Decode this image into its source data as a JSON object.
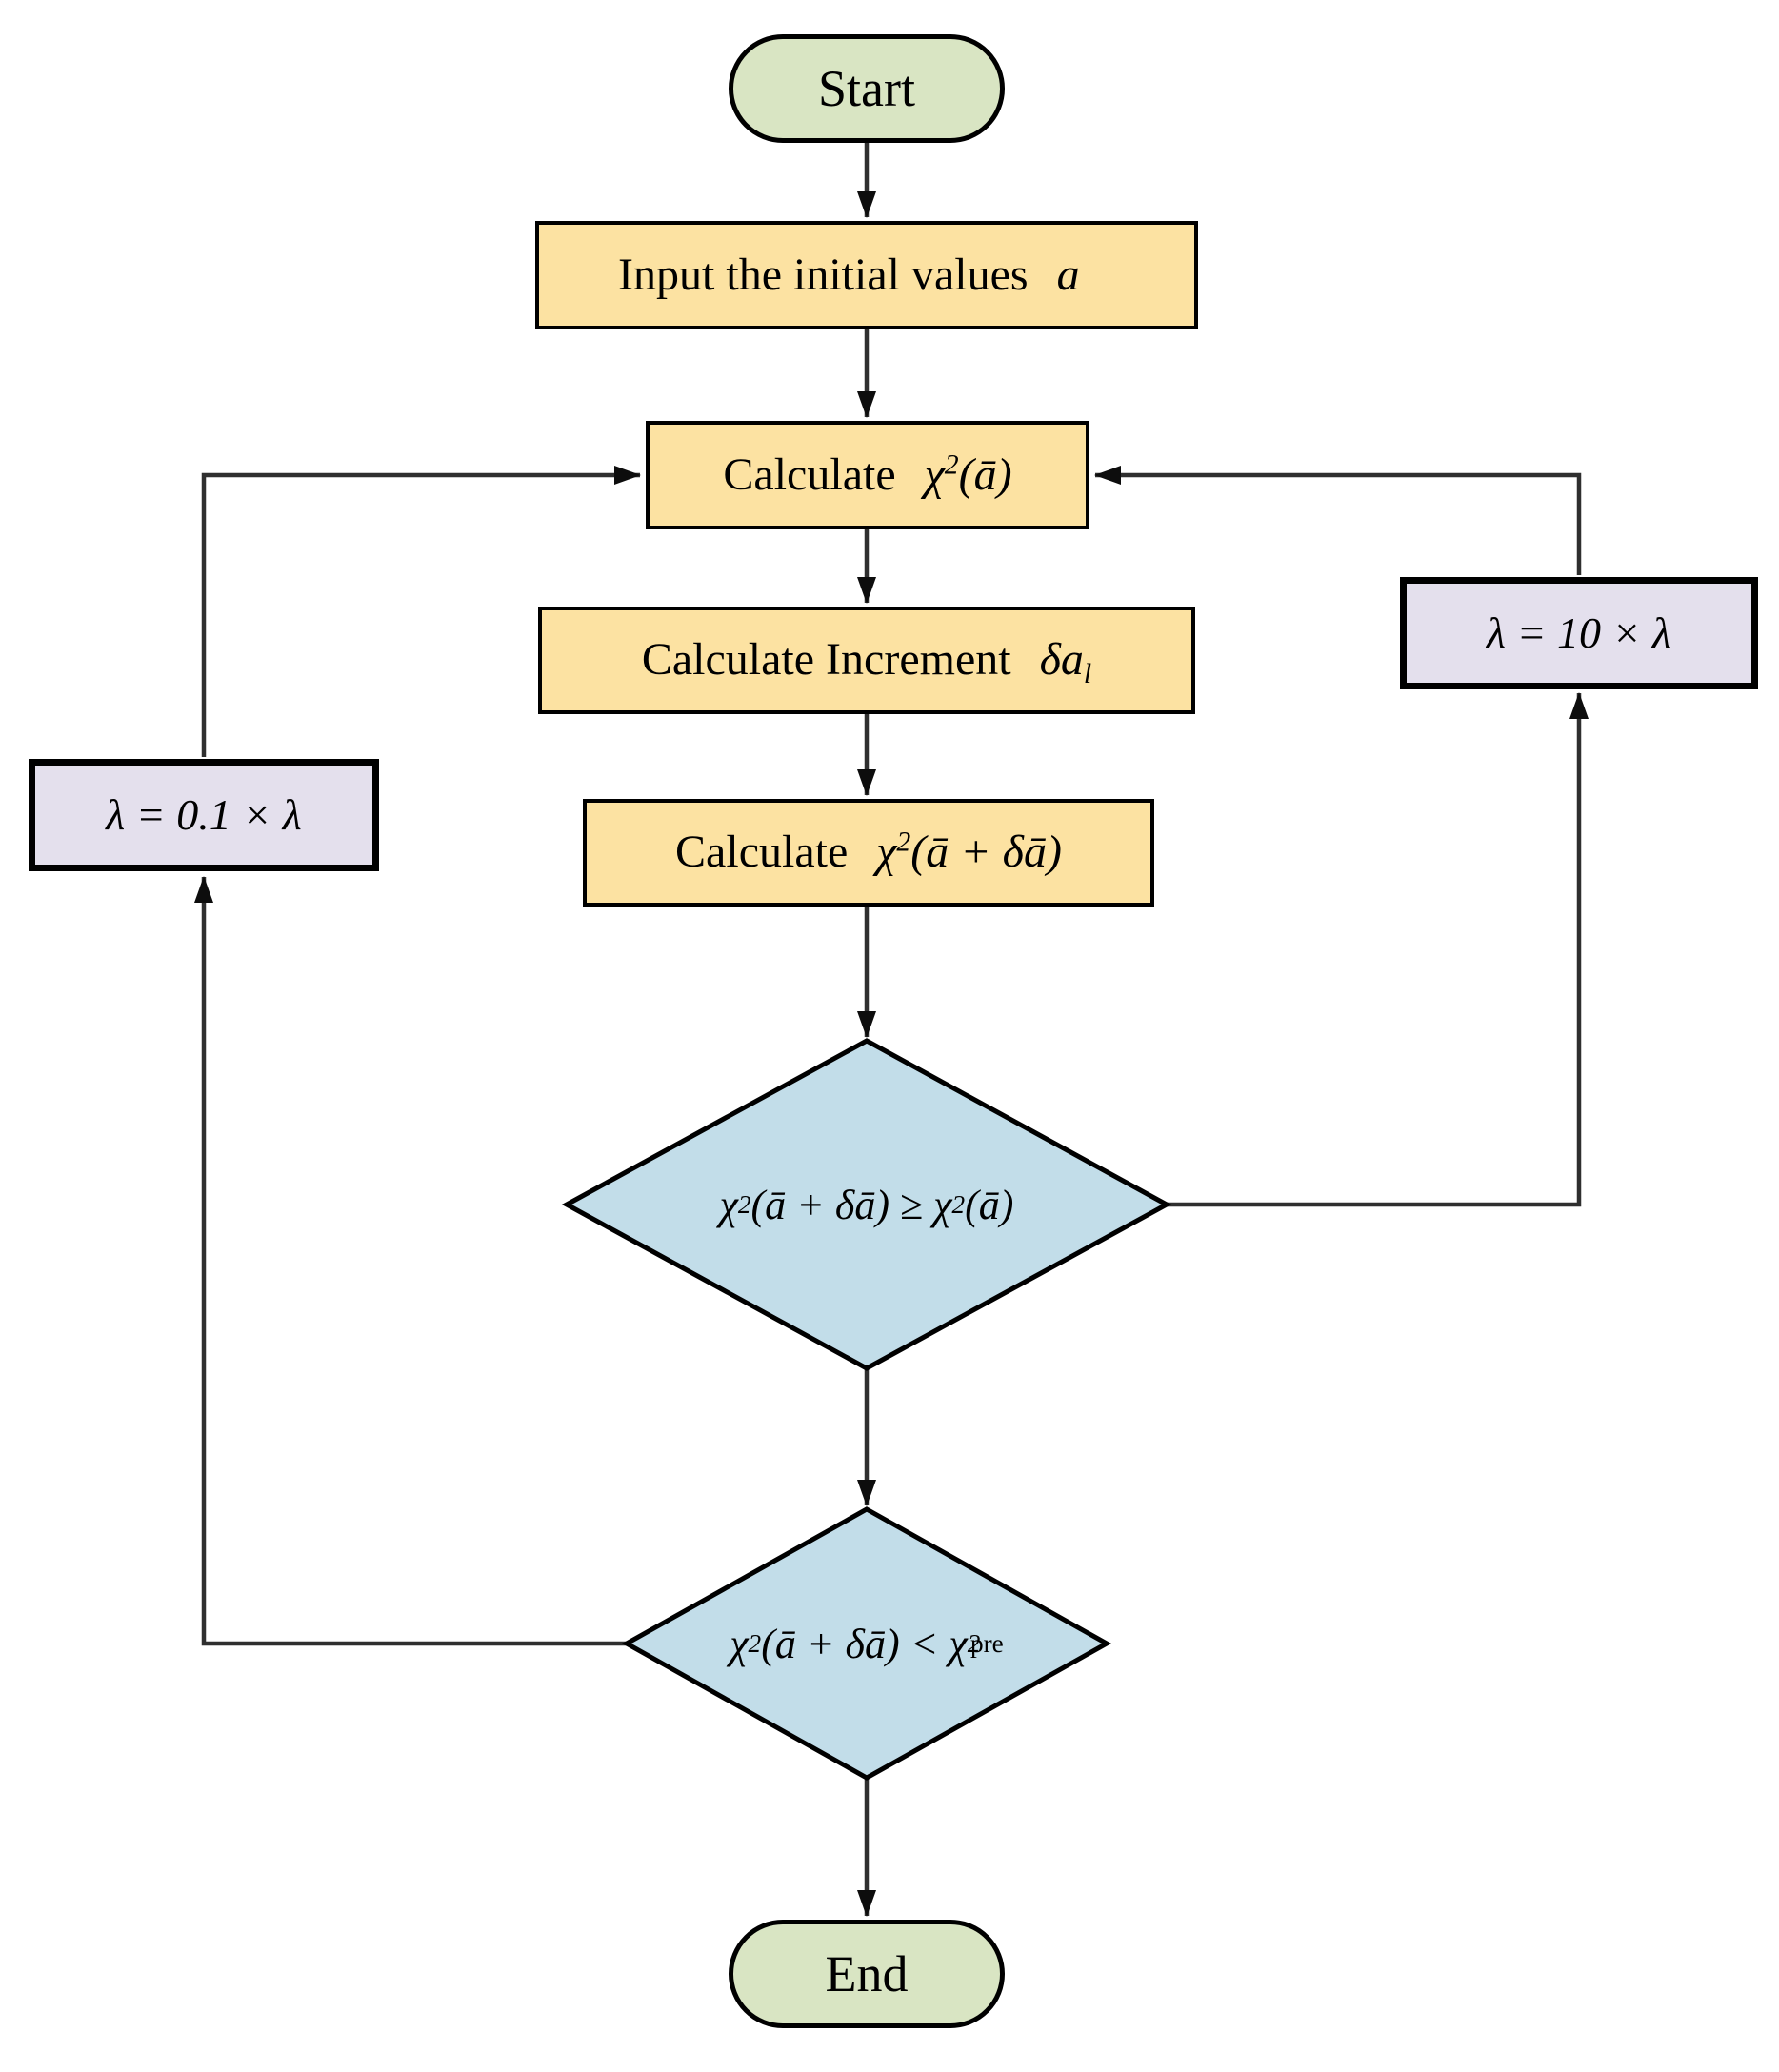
{
  "flowchart": {
    "nodes": {
      "start": {
        "label": "Start"
      },
      "input_initial": {
        "label": "Input the initial values",
        "math": "a⃗"
      },
      "calculate_chi": {
        "label": "Calculate",
        "math": "χ^{2}(ā)"
      },
      "calculate_increment": {
        "label": "Calculate Increment",
        "math": "δa_{l}"
      },
      "calculate_chi_new": {
        "label": "Calculate",
        "math": "χ^{2}(ā + δā)"
      },
      "decision_worse": {
        "math": "χ^{2}(ā + δā) ≥ χ^{2}(ā)"
      },
      "decision_converged": {
        "math": "χ^{2}(ā + δā) < χ^{2}_{pre}"
      },
      "lambda_decrease": {
        "math": "λ = 0.1 × λ"
      },
      "lambda_increase": {
        "math": "λ = 10 × λ"
      },
      "end": {
        "label": "End"
      }
    },
    "colors": {
      "terminator_fill": "#d9e5c3",
      "terminator_border": "#000000",
      "process_fill": "#fce2a2",
      "process_border": "#000000",
      "decision_fill": "#c2dde9",
      "decision_border": "#000000",
      "lambda_fill": "#e4e0ed",
      "lambda_border": "#000000",
      "connector": "#2f2f2f",
      "arrowhead": "#0d0d0d"
    }
  }
}
